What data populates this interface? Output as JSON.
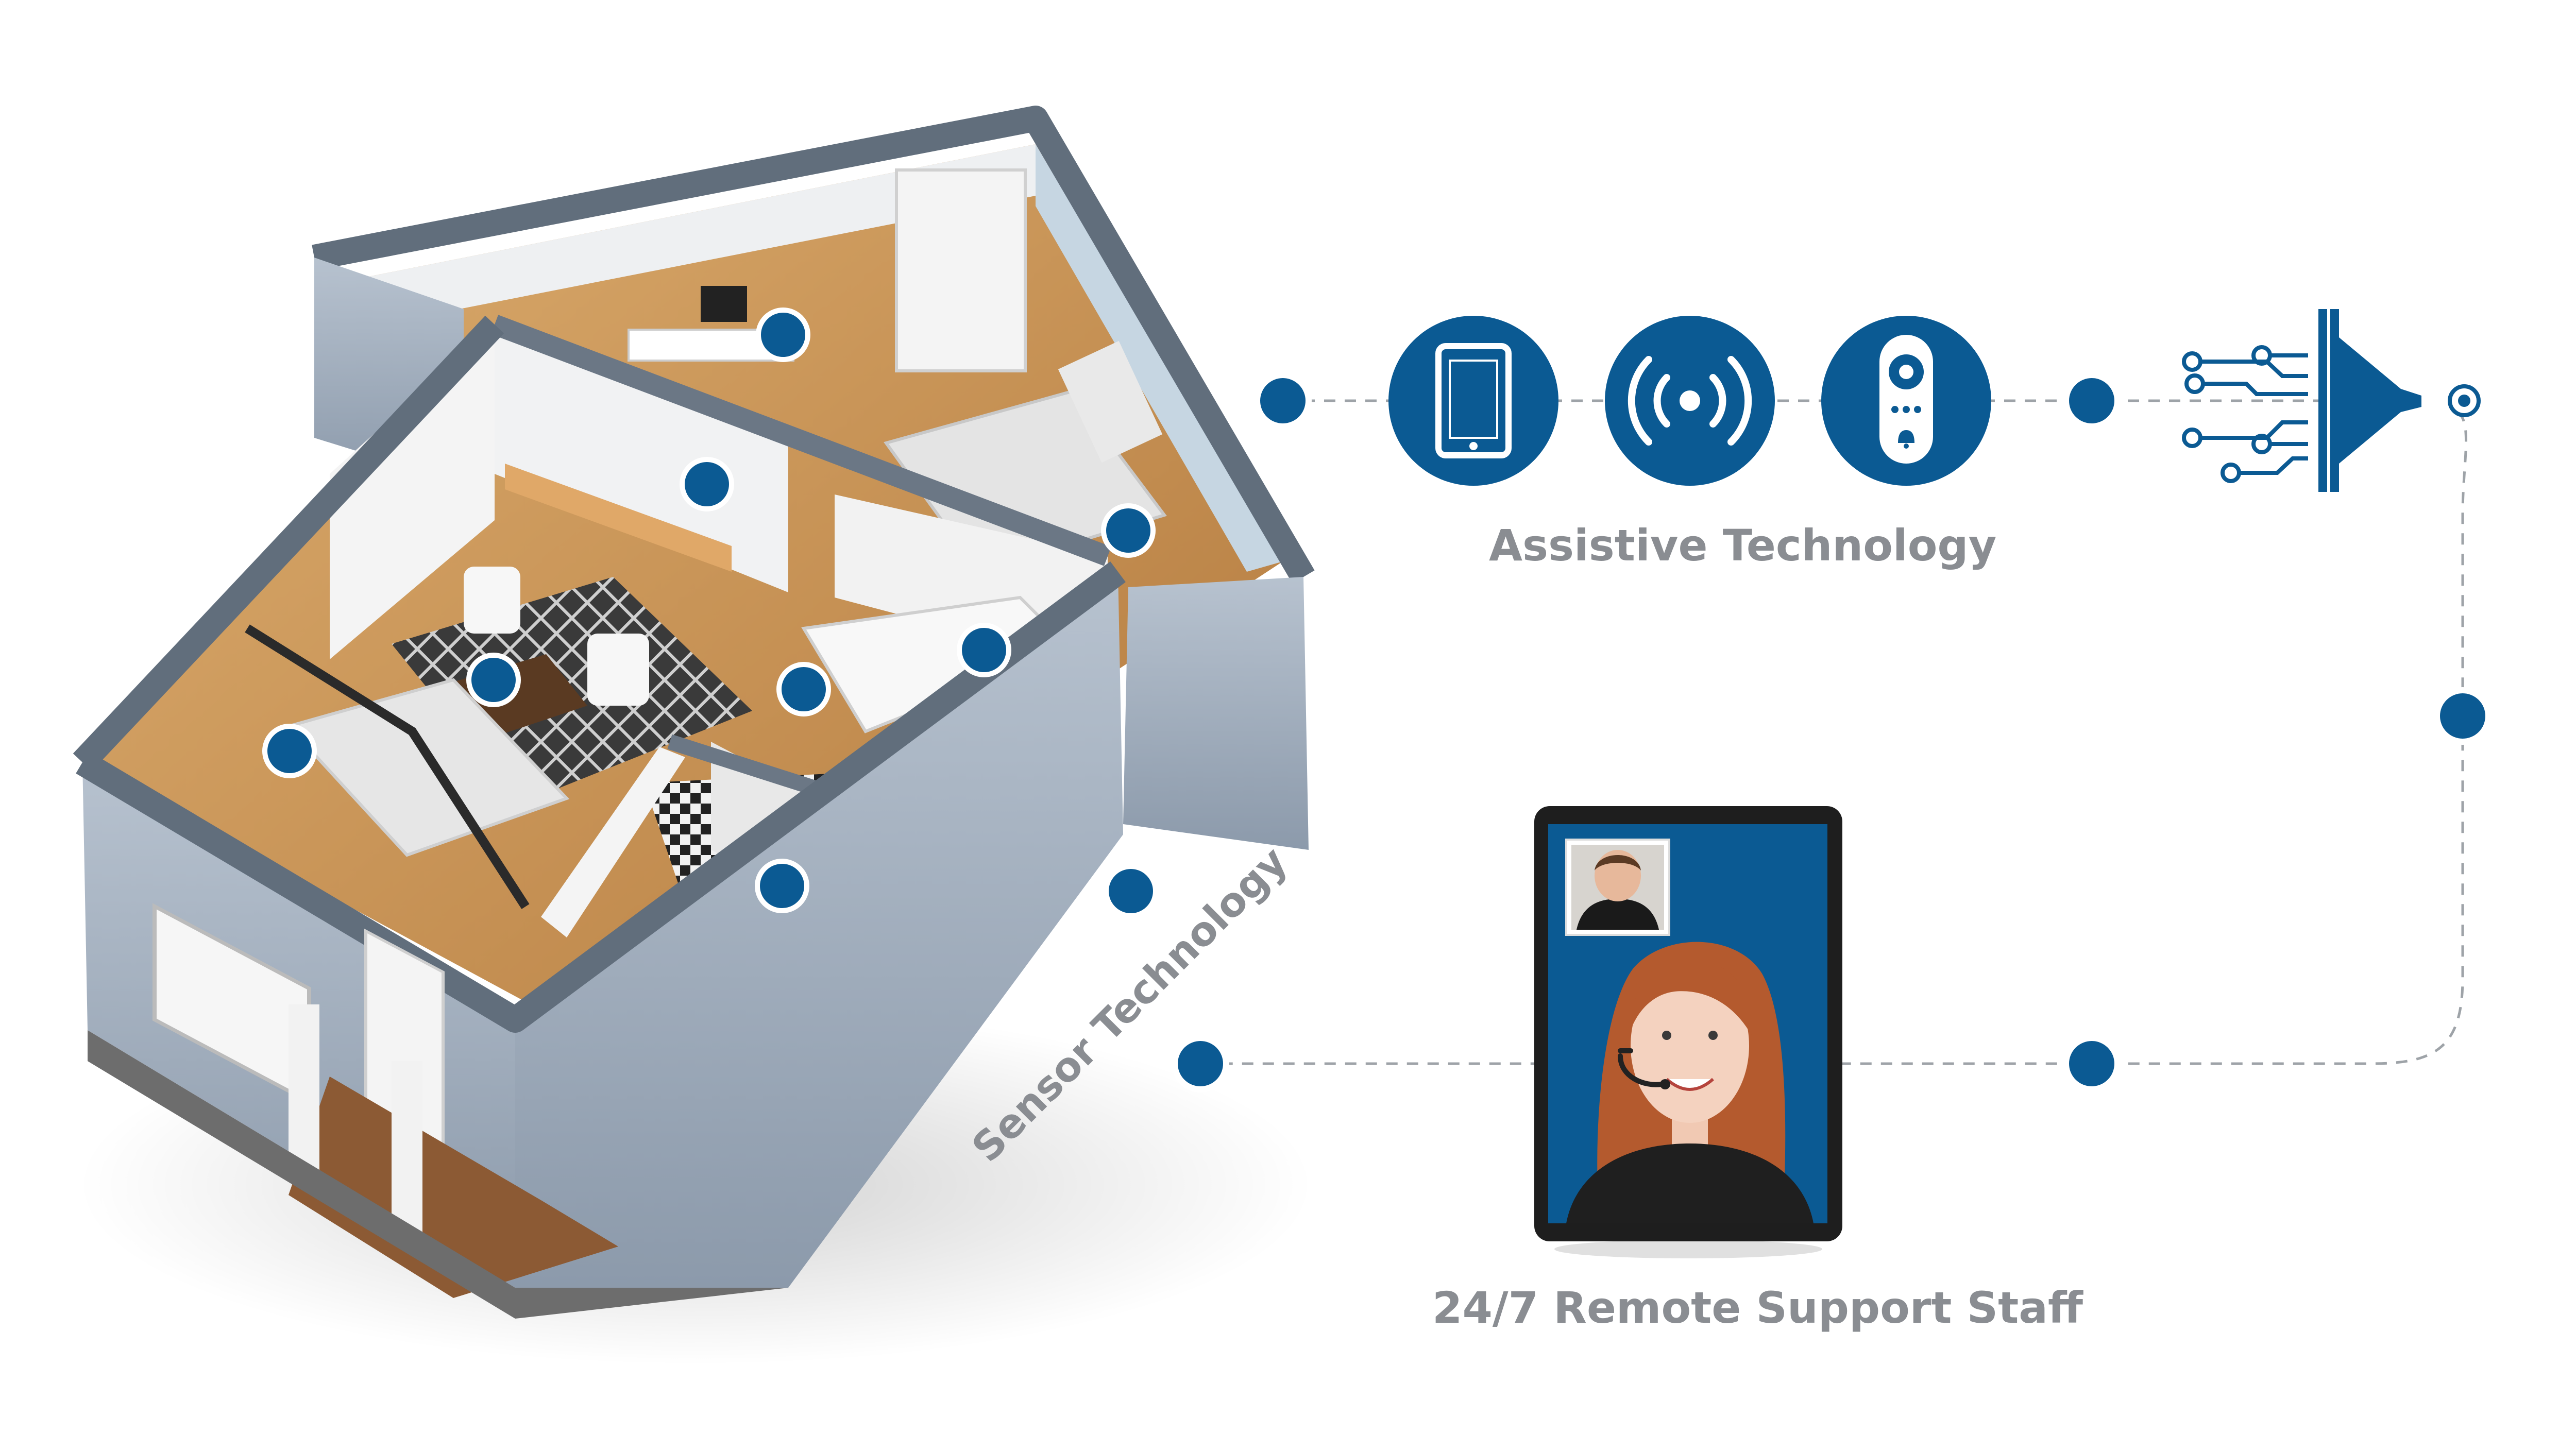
{
  "labels": {
    "assistive_technology": "Assistive Technology",
    "remote_support_staff": "24/7 Remote Support Staff",
    "sensor_technology": "Sensor Technology"
  },
  "devices": [
    {
      "name": "tablet-icon"
    },
    {
      "name": "wireless-signal-icon"
    },
    {
      "name": "video-doorbell-icon"
    }
  ],
  "colors": {
    "accent": "#0b5a93",
    "wall": "#5b6876",
    "siding": "#aab6c4",
    "floor_wood": "#c9955a",
    "connector": "#9ea3a8",
    "label": "#8a8d92"
  }
}
